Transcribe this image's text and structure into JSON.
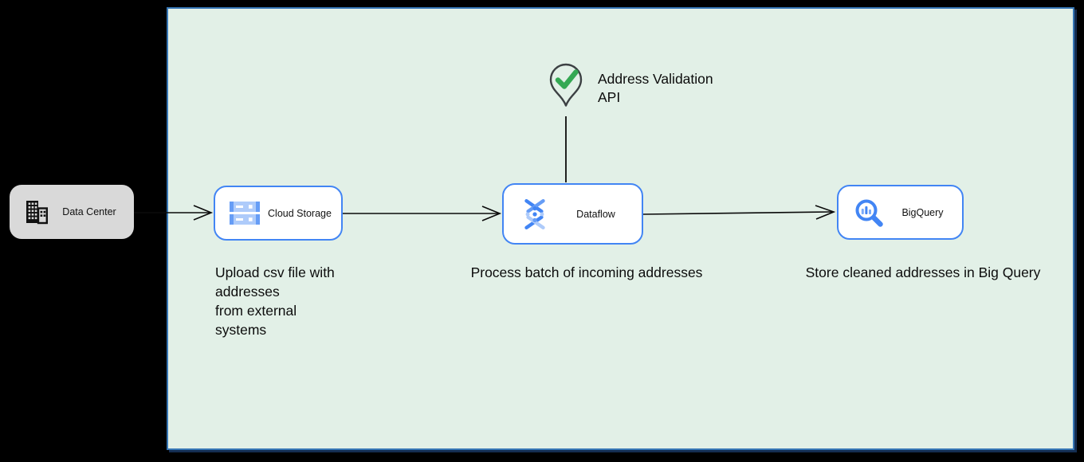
{
  "diagram": {
    "external_node": {
      "label": "Data Center"
    },
    "nodes": {
      "cloud_storage": {
        "label": "Cloud Storage",
        "caption": "Upload csv file with\naddresses\nfrom external\nsystems"
      },
      "dataflow": {
        "label": "Dataflow",
        "caption": "Process batch of incoming addresses"
      },
      "bigquery": {
        "label": "BigQuery",
        "caption": "Store cleaned addresses in Big Query"
      }
    },
    "annotation": {
      "label": "Address Validation\nAPI"
    },
    "colors": {
      "page_bg": "#000000",
      "canvas_bg": "#e2f0e7",
      "canvas_border": "#3676b5",
      "node_border": "#4285f4",
      "node_bg": "#ffffff",
      "external_node_bg": "#d9d9d9",
      "arrow": "#0a0a0a",
      "icon_blue": "#4285f4",
      "icon_blue_mid": "#669df6",
      "icon_blue_light": "#aecbfa",
      "check_green": "#34a853",
      "pin_outline": "#3c4043"
    }
  }
}
